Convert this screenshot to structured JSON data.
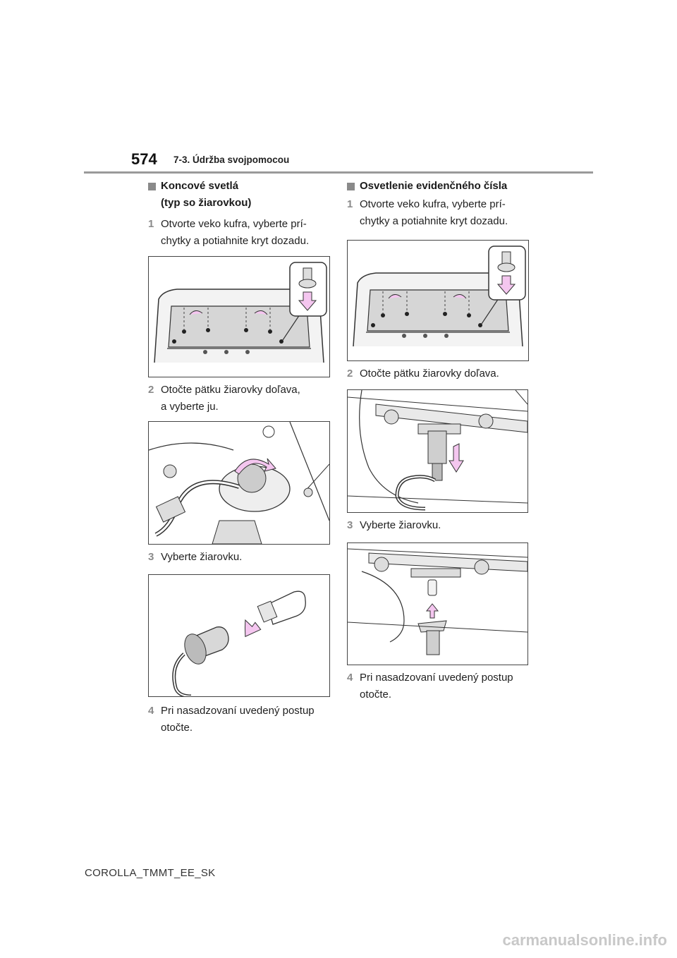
{
  "header": {
    "page_number": "574",
    "section": "7-3. Údržba svojpomocou"
  },
  "left": {
    "heading_line1": "Koncové svetlá",
    "heading_line2": "(typ so žiarovkou)",
    "steps": [
      {
        "num": "1",
        "line1": "Otvorte veko kufra, vyberte prí-",
        "line2": "chytky a potiahnite kryt dozadu."
      },
      {
        "num": "2",
        "line1": "Otočte pätku žiarovky doľava,",
        "line2": "a vyberte ju."
      },
      {
        "num": "3",
        "line1": "Vyberte žiarovku."
      },
      {
        "num": "4",
        "line1": "Pri nasadzovaní uvedený postup",
        "line2": "otočte."
      }
    ]
  },
  "right": {
    "heading": "Osvetlenie evidenčného čísla",
    "steps": [
      {
        "num": "1",
        "line1": "Otvorte veko kufra, vyberte prí-",
        "line2": "chytky a potiahnite kryt dozadu."
      },
      {
        "num": "2",
        "line1": "Otočte pätku žiarovky doľava."
      },
      {
        "num": "3",
        "line1": "Vyberte žiarovku."
      },
      {
        "num": "4",
        "line1": "Pri nasadzovaní uvedený postup",
        "line2": "otočte."
      }
    ]
  },
  "footer": {
    "code": "COROLLA_TMMT_EE_SK"
  },
  "watermark": "carmanualsonline.info",
  "colors": {
    "arrow_fill": "#f4c6ef",
    "marker": "#8a8a8a",
    "rule": "#9a9a9a"
  }
}
